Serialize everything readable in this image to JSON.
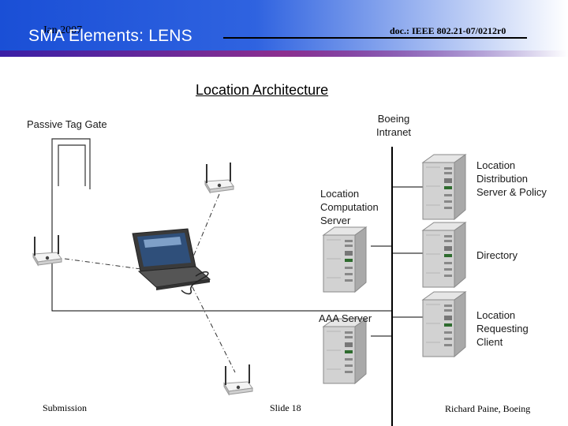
{
  "header": {
    "date": "Jan 2007",
    "title": "SMA Elements: LENS",
    "doc_id": "doc.: IEEE 802.21-07/0212r0"
  },
  "diagram": {
    "title": "Location Architecture",
    "labels": {
      "passive_tag_gate": "Passive Tag Gate",
      "boeing_intranet": [
        "Boeing",
        "Intranet"
      ],
      "location_computation_server": [
        "Location",
        "Computation",
        "Server"
      ],
      "location_distribution_server": [
        "Location",
        "Distribution",
        "Server & Policy"
      ],
      "directory": "Directory",
      "aaa_server": "AAA Server",
      "location_requesting_client": [
        "Location",
        "Requesting",
        "Client"
      ]
    }
  },
  "footer": {
    "left": "Submission",
    "center": "Slide 18",
    "right": "Richard Paine, Boeing"
  },
  "colors": {
    "header_blue": "#1a4fd6",
    "header_band": "#8c2f8f",
    "server_gray": "#c8c8c8",
    "laptop_screen": "#2f4f7a"
  }
}
